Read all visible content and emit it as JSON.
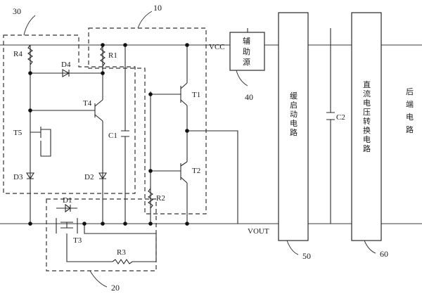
{
  "refs": {
    "r30": "30",
    "r10": "10",
    "r40": "40",
    "r20": "20",
    "r50": "50",
    "r60": "60"
  },
  "labels": {
    "R4": "R4",
    "R1": "R1",
    "D4": "D4",
    "T4": "T4",
    "T5": "T5",
    "D3": "D3",
    "D2": "D2",
    "C1": "C1",
    "T1": "T1",
    "T2": "T2",
    "R2": "R2",
    "D1": "D1",
    "T3": "T3",
    "R3": "R3",
    "C2": "C2",
    "VCC": "VCC",
    "VOUT": "VOUT"
  },
  "blocks": {
    "aux_line1": "辅",
    "aux_line2": "助",
    "aux_line3": "源",
    "soft_start": [
      "缓",
      "启",
      "动",
      "电",
      "路"
    ],
    "dc_converter": [
      "直",
      "流",
      "电",
      "压",
      "转",
      "换",
      "电",
      "路"
    ],
    "rear": [
      "后",
      "端",
      "电",
      "路"
    ]
  }
}
